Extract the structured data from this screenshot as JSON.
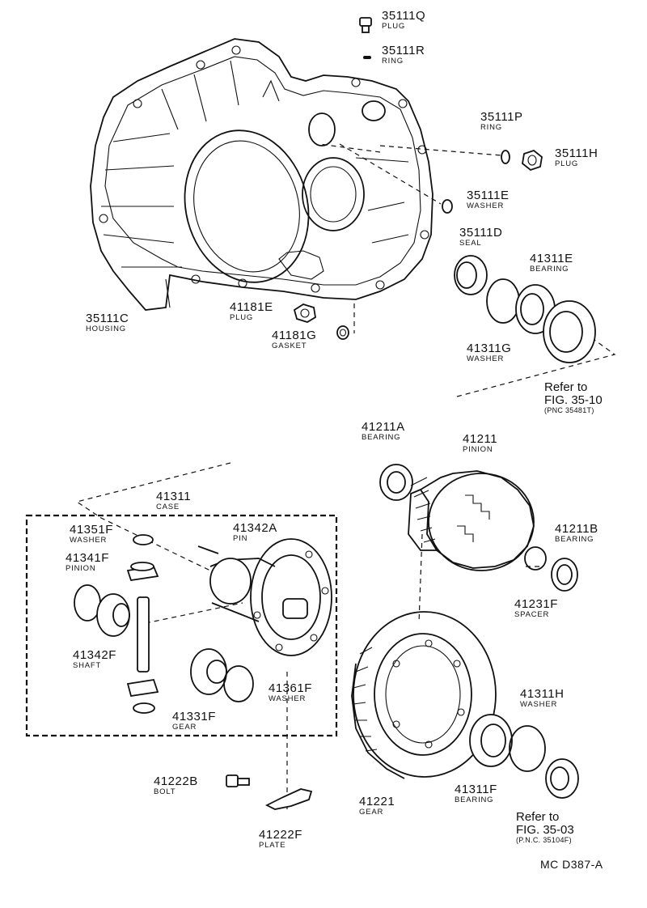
{
  "parts": [
    {
      "id": "p_35111Q",
      "number": "35111Q",
      "name": "PLUG"
    },
    {
      "id": "p_35111R",
      "number": "35111R",
      "name": "RING"
    },
    {
      "id": "p_35111P",
      "number": "35111P",
      "name": "RING"
    },
    {
      "id": "p_35111H",
      "number": "35111H",
      "name": "PLUG"
    },
    {
      "id": "p_35111E",
      "number": "35111E",
      "name": "WASHER"
    },
    {
      "id": "p_35111D",
      "number": "35111D",
      "name": "SEAL"
    },
    {
      "id": "p_41311E",
      "number": "41311E",
      "name": "BEARING"
    },
    {
      "id": "p_41311G",
      "number": "41311G",
      "name": "WASHER"
    },
    {
      "id": "p_35111C",
      "number": "35111C",
      "name": "HOUSING"
    },
    {
      "id": "p_41181E",
      "number": "41181E",
      "name": "PLUG"
    },
    {
      "id": "p_41181G",
      "number": "41181G",
      "name": "GASKET"
    },
    {
      "id": "p_41211A",
      "number": "41211A",
      "name": "BEARING"
    },
    {
      "id": "p_41211",
      "number": "41211",
      "name": "PINION"
    },
    {
      "id": "p_41211B",
      "number": "41211B",
      "name": "BEARING"
    },
    {
      "id": "p_41231F",
      "number": "41231F",
      "name": "SPACER"
    },
    {
      "id": "p_41311",
      "number": "41311",
      "name": "CASE"
    },
    {
      "id": "p_41351F",
      "number": "41351F",
      "name": "WASHER"
    },
    {
      "id": "p_41342A",
      "number": "41342A",
      "name": "PIN"
    },
    {
      "id": "p_41341F",
      "number": "41341F",
      "name": "PINION"
    },
    {
      "id": "p_41342F",
      "number": "41342F",
      "name": "SHAFT"
    },
    {
      "id": "p_41361F",
      "number": "41361F",
      "name": "WASHER"
    },
    {
      "id": "p_41331F",
      "number": "41331F",
      "name": "GEAR"
    },
    {
      "id": "p_41311H",
      "number": "41311H",
      "name": "WASHER"
    },
    {
      "id": "p_41222B",
      "number": "41222B",
      "name": "BOLT"
    },
    {
      "id": "p_41222F",
      "number": "41222F",
      "name": "PLATE"
    },
    {
      "id": "p_41221",
      "number": "41221",
      "name": "GEAR"
    },
    {
      "id": "p_41311F",
      "number": "41311F",
      "name": "BEARING"
    }
  ],
  "references": [
    {
      "id": "ref1",
      "line1": "Refer to",
      "line2": "FIG. 35-10",
      "pnc": "(PNC 35481T)"
    },
    {
      "id": "ref2",
      "line1": "Refer to",
      "line2": "FIG. 35-03",
      "pnc": "(P.N.C. 35104F)"
    }
  ],
  "diagram_code": "MC  D387-A"
}
